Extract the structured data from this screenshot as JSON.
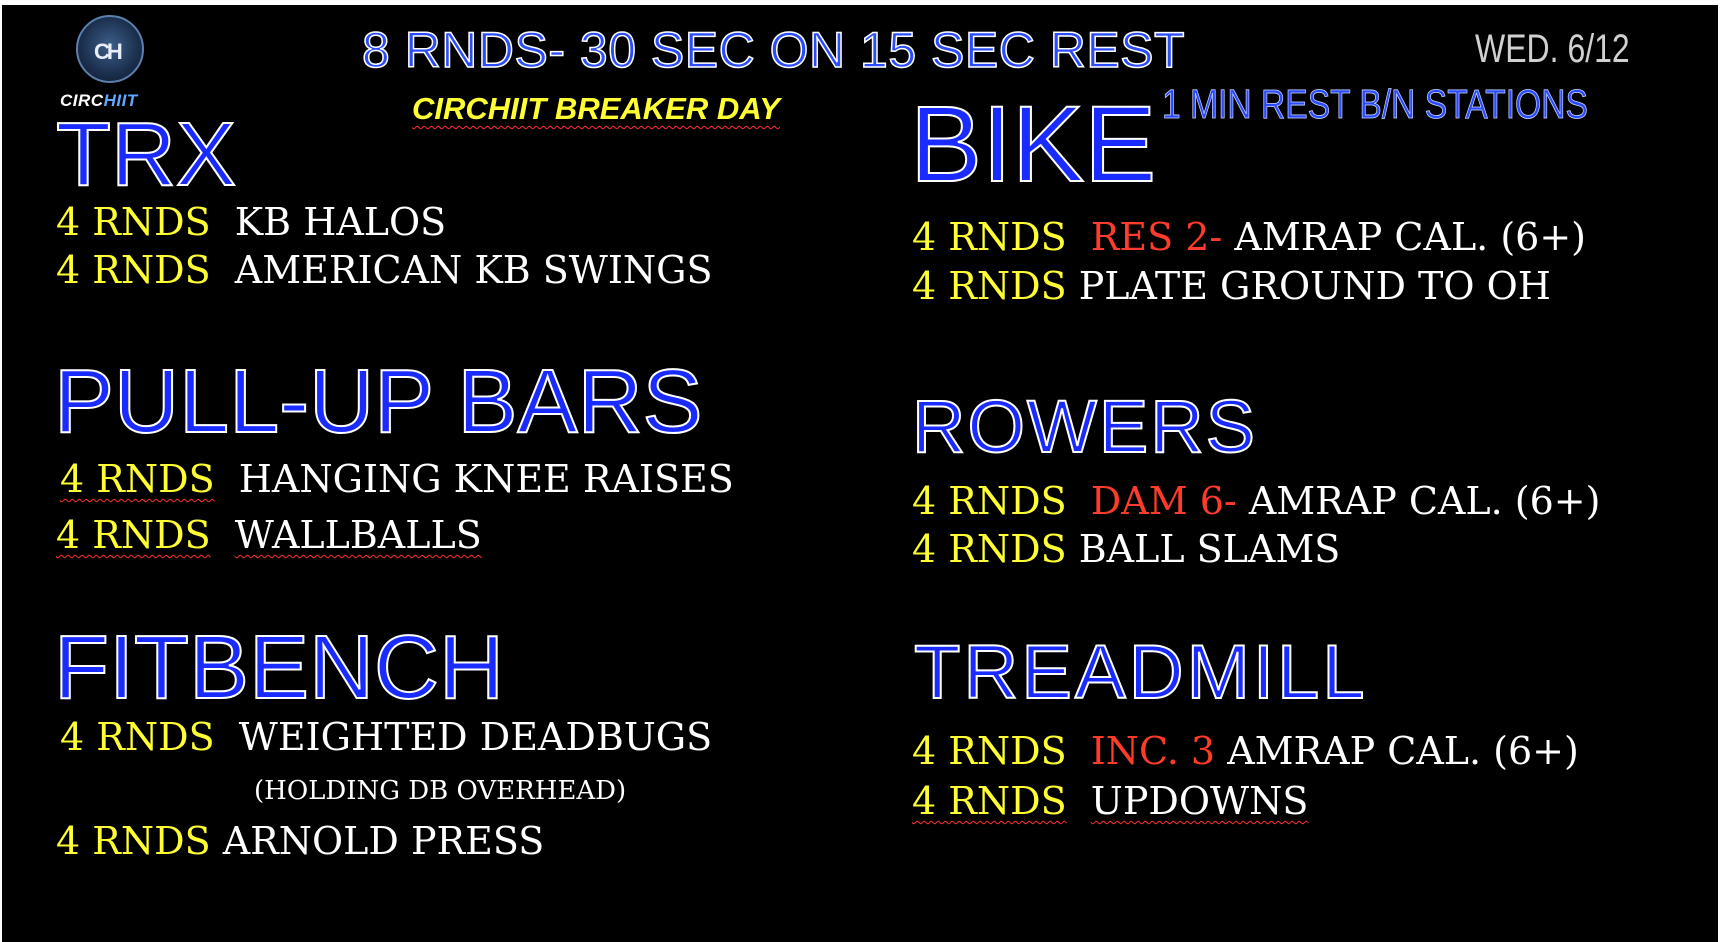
{
  "header": {
    "title": "8 RNDS- 30 SEC ON 15 SEC REST",
    "subtitle": "CIRCHIIT BREAKER DAY",
    "date": "WED. 6/12",
    "rest_note": "1 MIN REST B/N STATIONS"
  },
  "logo": {
    "mark": "CH",
    "word_prefix": "CIRC",
    "word_suffix": "HIIT"
  },
  "stations": {
    "trx": {
      "name": "TRX",
      "exercises": [
        {
          "rounds": "4 RNDS",
          "name": "KB HALOS"
        },
        {
          "rounds": "4 RNDS",
          "name": "AMERICAN KB SWINGS"
        }
      ]
    },
    "pullup": {
      "name": "PULL-UP BARS",
      "exercises": [
        {
          "rounds": "4 RNDS",
          "name": "HANGING KNEE RAISES"
        },
        {
          "rounds": "4 RNDS",
          "name": "WALLBALLS"
        }
      ]
    },
    "fitbench": {
      "name": "FITBENCH",
      "exercises": [
        {
          "rounds": "4 RNDS",
          "name": "WEIGHTED DEADBUGS",
          "note": "(HOLDING DB OVERHEAD)"
        },
        {
          "rounds": "4 RNDS",
          "name": "ARNOLD PRESS"
        }
      ]
    },
    "bike": {
      "name": "BIKE",
      "exercises": [
        {
          "rounds": "4 RNDS",
          "setting": "RES 2-",
          "name": "AMRAP CAL. (6+)"
        },
        {
          "rounds": "4 RNDS",
          "name": "PLATE GROUND TO OH"
        }
      ]
    },
    "rowers": {
      "name": "ROWERS",
      "exercises": [
        {
          "rounds": "4 RNDS",
          "setting": "DAM 6-",
          "name": "AMRAP CAL. (6+)"
        },
        {
          "rounds": "4 RNDS",
          "name": "BALL SLAMS"
        }
      ]
    },
    "treadmill": {
      "name": "TREADMILL",
      "exercises": [
        {
          "rounds": "4 RNDS",
          "setting": "INC. 3",
          "name": "AMRAP CAL. (6+)"
        },
        {
          "rounds": "4 RNDS",
          "name": "UPDOWNS"
        }
      ]
    }
  },
  "colors": {
    "background": "#000000",
    "station_title": "#1a2bff",
    "rounds": "#ffff33",
    "setting": "#ff3b2b",
    "exercise": "#ffffff"
  }
}
